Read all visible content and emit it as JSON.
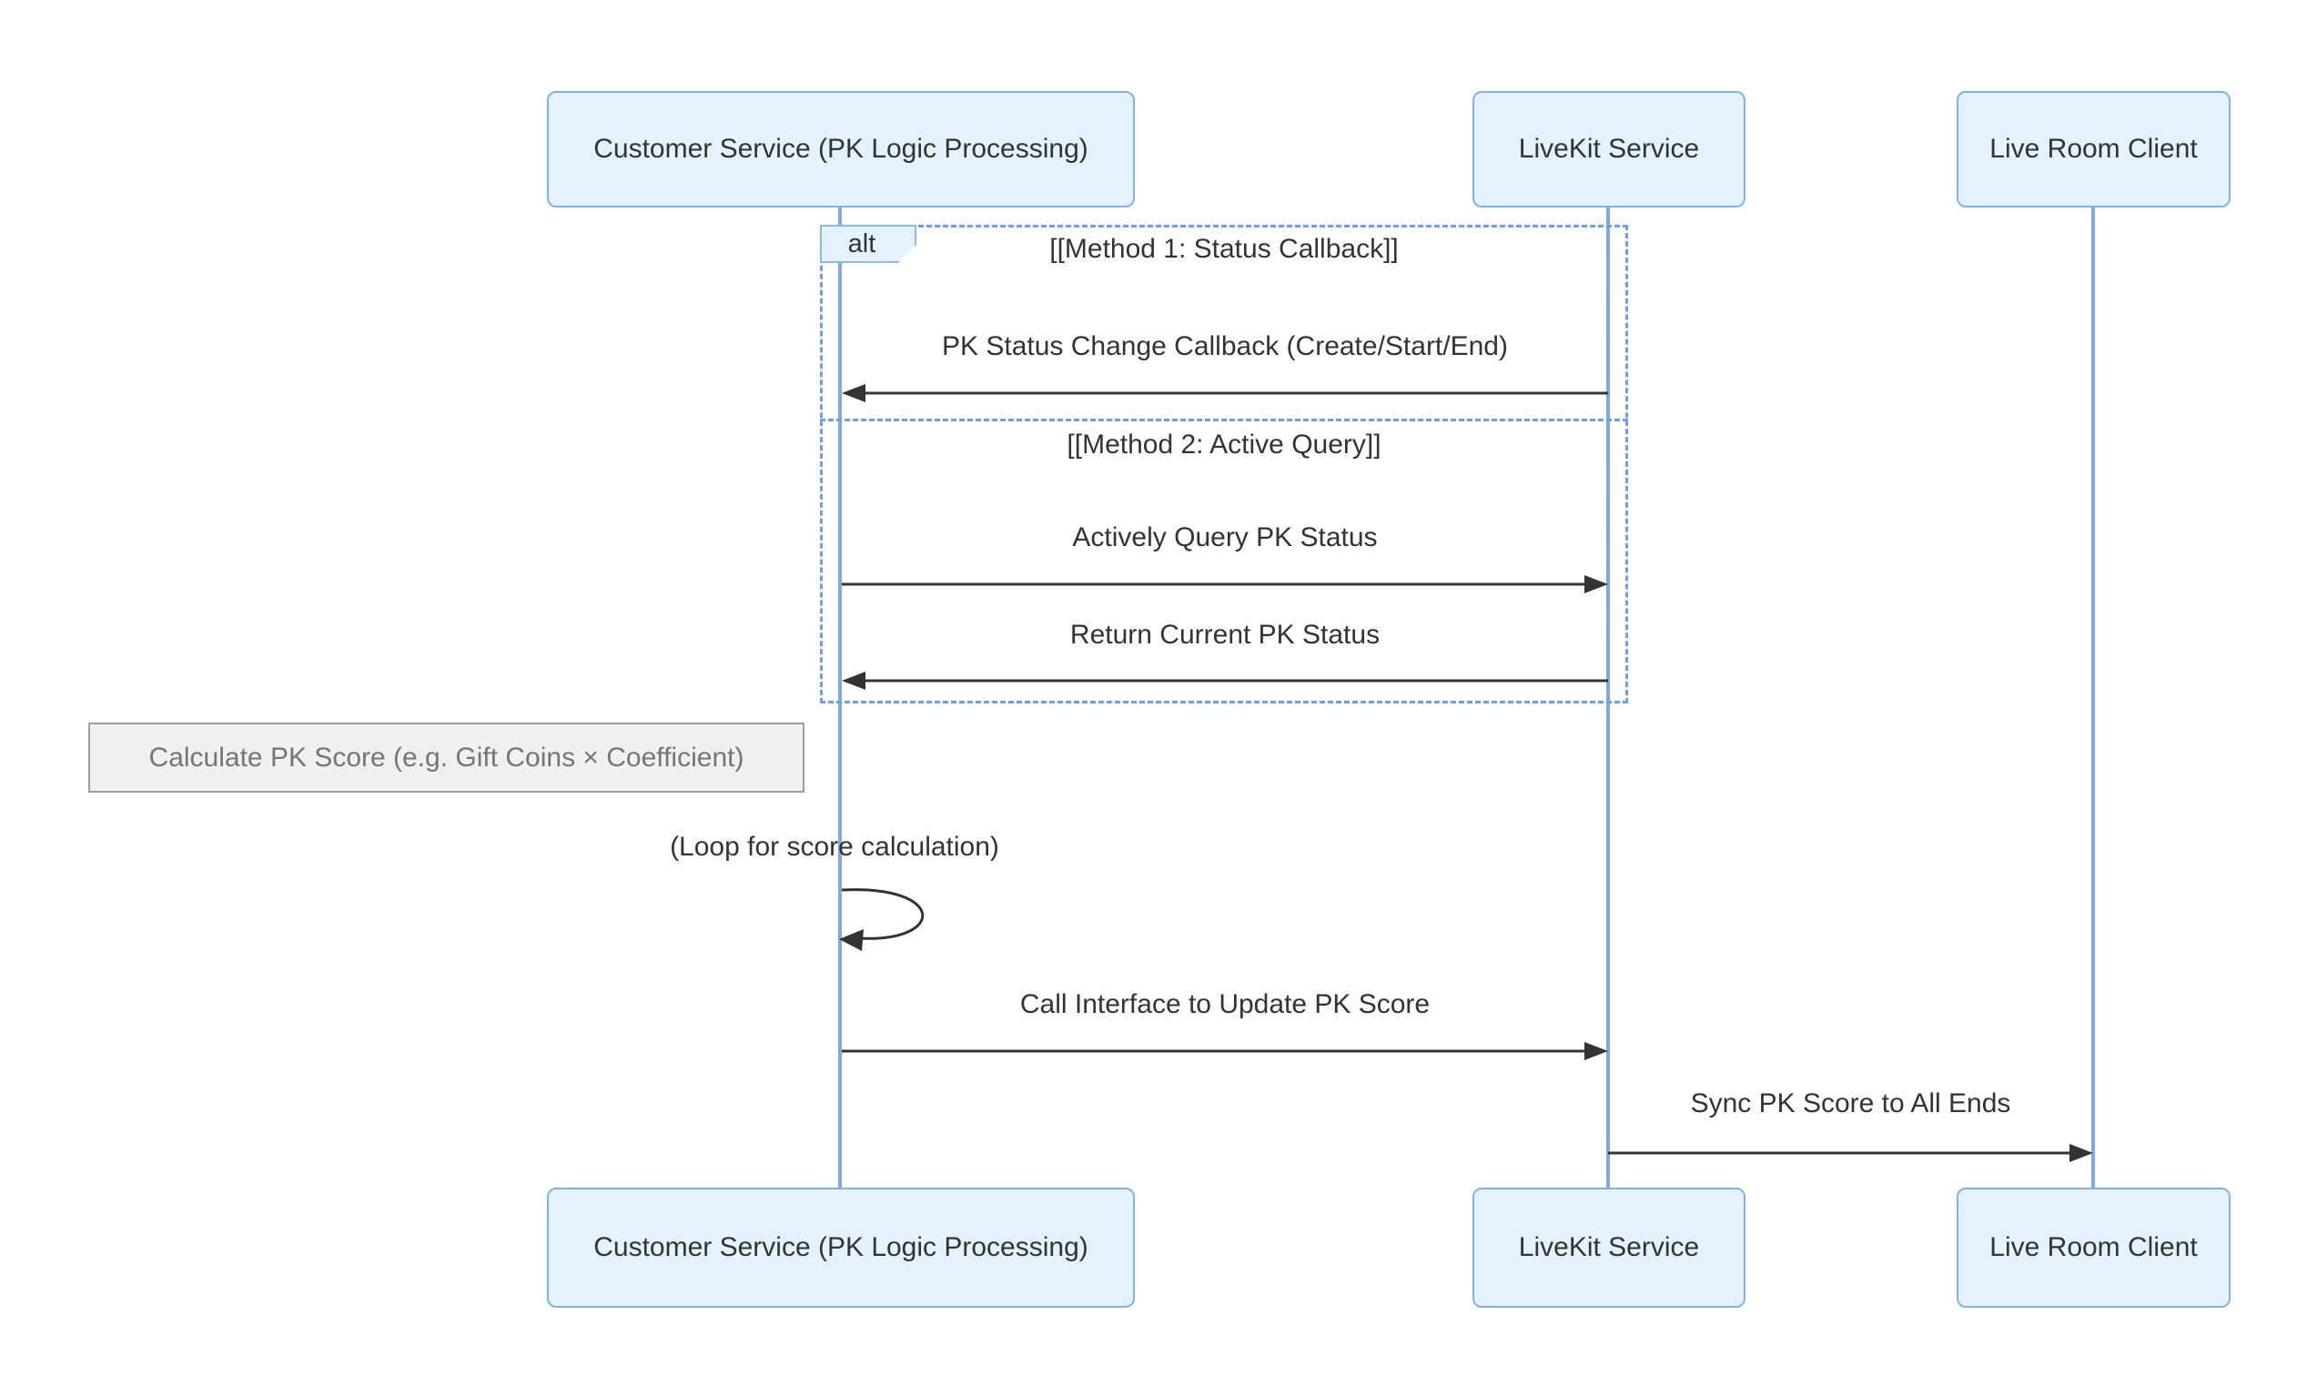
{
  "colors": {
    "actor_fill": "#e3f2fd",
    "actor_border": "#7fb1f0",
    "lifeline": "#7fa7ee",
    "frame_border": "#6d9eea",
    "frame_label_fill": "#e3f2fd",
    "frame_label_border": "#8bb8f2",
    "note_fill": "#f0f0f0",
    "note_border": "#9e9e9e",
    "note_text": "#757575",
    "message_text": "#333333",
    "arrow": "#333333",
    "canvas_bg": "#ffffff"
  },
  "actors": [
    {
      "id": "customer-service",
      "label": "Customer Service (PK Logic Processing)"
    },
    {
      "id": "livekit-service",
      "label": "LiveKit Service"
    },
    {
      "id": "live-room-client",
      "label": "Live Room Client"
    }
  ],
  "alt_frame": {
    "label": "alt",
    "sections": [
      {
        "title": "[[Method 1: Status Callback]]"
      },
      {
        "title": "[[Method 2: Active Query]]"
      }
    ]
  },
  "messages": [
    {
      "text": "PK Status Change Callback (Create/Start/End)",
      "from": "LiveKit Service",
      "to": "Customer Service (PK Logic Processing)",
      "direction": "left"
    },
    {
      "text": "Actively Query PK Status",
      "from": "Customer Service (PK Logic Processing)",
      "to": "LiveKit Service",
      "direction": "right"
    },
    {
      "text": "Return Current PK Status",
      "from": "LiveKit Service",
      "to": "Customer Service (PK Logic Processing)",
      "direction": "left"
    },
    {
      "text": "Call Interface to Update PK Score",
      "from": "Customer Service (PK Logic Processing)",
      "to": "LiveKit Service",
      "direction": "right"
    },
    {
      "text": "Sync PK Score to All Ends",
      "from": "LiveKit Service",
      "to": "Live Room Client",
      "direction": "right"
    }
  ],
  "note": {
    "text": "Calculate PK Score (e.g. Gift Coins × Coefficient)"
  },
  "self_loop": {
    "text": "(Loop for score calculation)"
  }
}
